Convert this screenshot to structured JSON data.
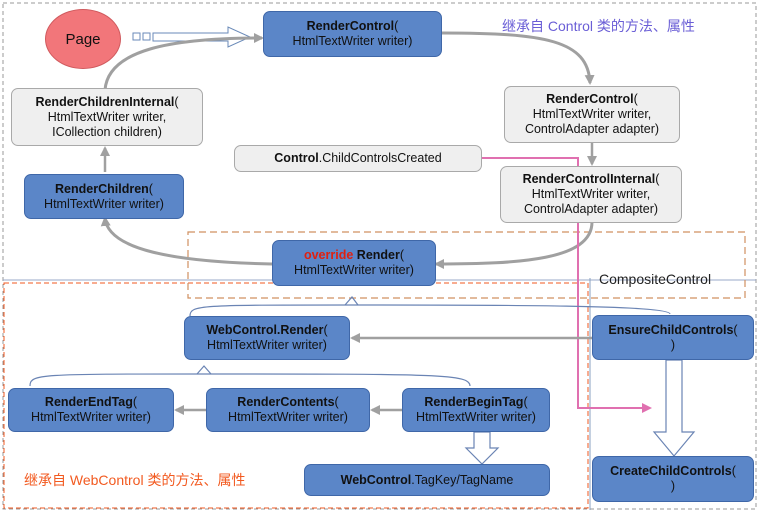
{
  "page_node": "Page",
  "nodes": {
    "render_control_1": {
      "l1_bold": "RenderControl",
      "l1_rest": "(",
      "l2": "HtmlTextWriter writer)"
    },
    "render_control_2": {
      "l1_bold": "RenderControl",
      "l1_rest": "(",
      "l2": "HtmlTextWriter writer,",
      "l3": "ControlAdapter adapter)"
    },
    "render_children_internal": {
      "l1_bold": "RenderChildrenInternal",
      "l1_rest": "(",
      "l2": "HtmlTextWriter writer,",
      "l3": "ICollection children)"
    },
    "child_controls_created": {
      "bold": "Control",
      "rest": ".ChildControlsCreated"
    },
    "render_control_internal": {
      "l1_bold": "RenderControlInternal",
      "l1_rest": "(",
      "l2": "HtmlTextWriter writer,",
      "l3": "ControlAdapter adapter)"
    },
    "render_children": {
      "l1_bold": "RenderChildren",
      "l1_rest": "(",
      "l2": "HtmlTextWriter writer)"
    },
    "override_render": {
      "keyword": "override",
      "l1_bold": " Render",
      "l1_rest": "(",
      "l2": "HtmlTextWriter writer)"
    },
    "webcontrol_render": {
      "l1_bold": "WebControl.Render",
      "l1_rest": "(",
      "l2": "HtmlTextWriter writer)"
    },
    "ensure_child_controls": {
      "l1_bold": "EnsureChildControls",
      "l1_rest": "(",
      "l2": ")"
    },
    "render_end_tag": {
      "l1_bold": "RenderEndTag",
      "l1_rest": "(",
      "l2": "HtmlTextWriter writer)"
    },
    "render_contents": {
      "l1_bold": "RenderContents",
      "l1_rest": "(",
      "l2": "HtmlTextWriter writer)"
    },
    "render_begin_tag": {
      "l1_bold": "RenderBeginTag",
      "l1_rest": "(",
      "l2": "HtmlTextWriter writer)"
    },
    "tag_key": {
      "bold": "WebControl",
      "rest": ".TagKey/TagName"
    },
    "create_child_controls": {
      "l1_bold": "CreateChildControls",
      "l1_rest": "(",
      "l2": ")"
    }
  },
  "labels": {
    "control_inherit": "继承自 Control 类的方法、属性",
    "composite_control": "CompositeControl",
    "webcontrol_inherit": "继承自 WebControl 类的方法、属性"
  },
  "colors": {
    "blue_box": "#5b86c8",
    "gray_box": "#efefef",
    "arrow_gray": "#a0a0a0",
    "pink_line": "#e070b0",
    "orange_dash": "#f25a20",
    "tan_dash": "#d09060",
    "page_circle": "#f2767a",
    "keyword_red": "#e02010"
  }
}
